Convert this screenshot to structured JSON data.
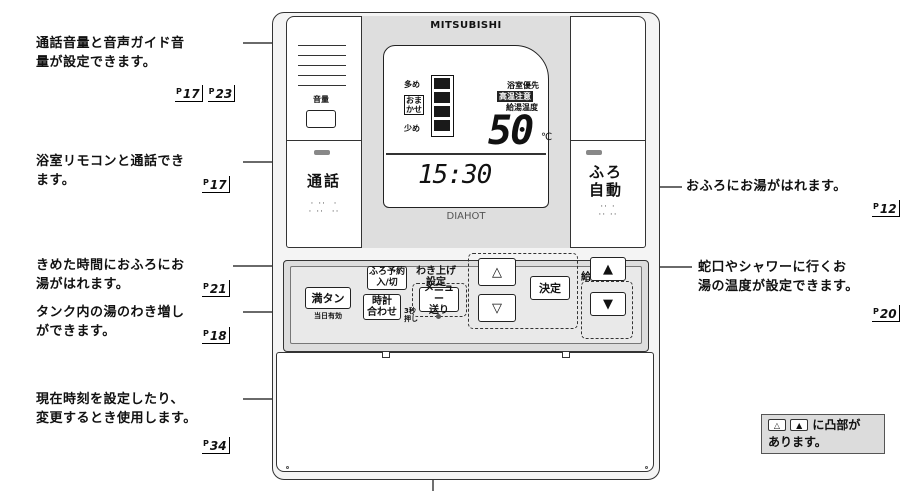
{
  "callouts": {
    "volume": {
      "lines": [
        "通話音量と音声ガイド音",
        "量が設定できます。"
      ],
      "refs": [
        "17",
        "23"
      ]
    },
    "call": {
      "lines": [
        "浴室リモコンと通話でき",
        "ます。"
      ],
      "refs": [
        "17"
      ]
    },
    "reservation": {
      "lines": [
        "きめた時間におふろにお",
        "湯がはれます。"
      ],
      "refs": [
        "21"
      ]
    },
    "tank": {
      "lines": [
        "タンク内の湯のわき増し",
        "ができます。"
      ],
      "refs": [
        "18"
      ]
    },
    "clock_set": {
      "lines": [
        "現在時刻を設定したり、",
        "変更するとき使用します。"
      ],
      "refs": [
        "34"
      ]
    },
    "auto_bath": {
      "lines": [
        "おふろにお湯がはれます。"
      ],
      "refs": [
        "12"
      ]
    },
    "temperature": {
      "lines": [
        "蛇口やシャワーに行くお",
        "湯の温度が設定できます。"
      ],
      "refs": [
        "20"
      ]
    },
    "page_prefix": "P"
  },
  "device": {
    "brand": "MITSUBISHI",
    "volume_label": "音量",
    "call_label": "通話",
    "auto_label": [
      "ふろ",
      "自動"
    ],
    "diahot": "DIAHOT",
    "lcd": {
      "level_high": "多め",
      "level_auto": [
        "おま",
        "かせ"
      ],
      "level_low": "少め",
      "bath_priority": "浴室優先",
      "high_temp": "高温注意",
      "supply_temp_label": "給湯温度",
      "temperature": "50",
      "unit": "℃",
      "clock": "15:30"
    },
    "buttons": {
      "mantan": "満タン",
      "mantan_sub": "当日有効",
      "reserve": [
        "ふろ予約",
        "入/切"
      ],
      "clock": [
        "時計",
        "合わせ"
      ],
      "menu": [
        "メニュー",
        "送り"
      ],
      "press3": [
        "3秒",
        "押し"
      ],
      "waki_title": [
        "わき上げ",
        "設定"
      ],
      "up": "△",
      "down": "▽",
      "ok": "決定",
      "temp_title": "給湯温度",
      "temp_up": "▲",
      "temp_down": "▼"
    }
  },
  "note": {
    "text": "に凸部が",
    "text2": "あります。",
    "icon1": "△",
    "icon2": "▲"
  }
}
